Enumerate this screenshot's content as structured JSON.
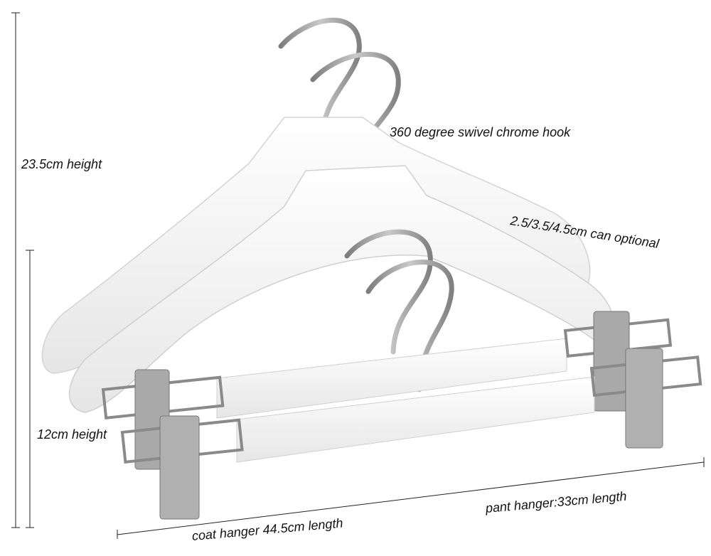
{
  "labels": {
    "hook": "360 degree swivel chrome hook",
    "total_height": "23.5cm height",
    "thickness": "2.5/3.5/4.5cm can optional",
    "pant_height": "12cm height",
    "pant_length": "pant hanger:33cm length",
    "coat_length": "coat hanger 44.5cm length"
  },
  "colors": {
    "hanger": "#ffffff",
    "shadow": "#d9d9d9",
    "metal": "#9a9a9a",
    "text": "#111111"
  }
}
